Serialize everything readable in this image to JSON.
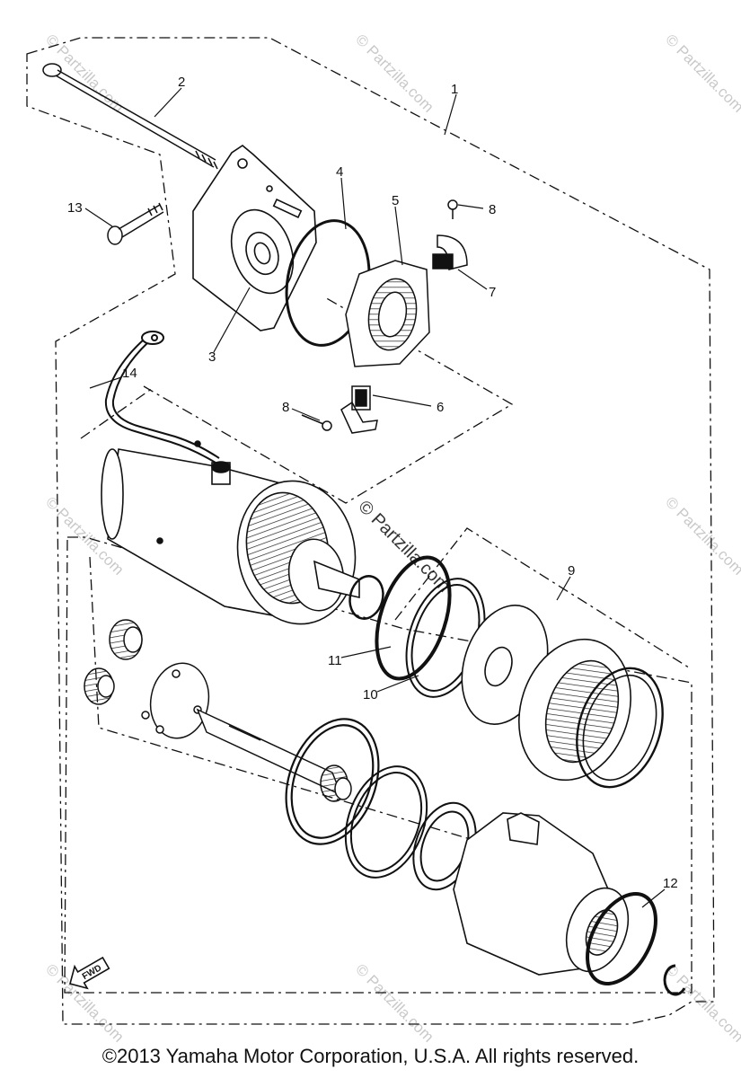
{
  "callouts": [
    "1",
    "2",
    "3",
    "4",
    "5",
    "6",
    "7",
    "8",
    "8",
    "9",
    "10",
    "11",
    "12",
    "13",
    "14"
  ],
  "watermark": {
    "corner_text": "© Partzilla.com",
    "center_text": "© Partzilla.com"
  },
  "fwd_arrow": {
    "label": "FWD"
  },
  "copyright": "©2013  Yamaha Motor Corporation, U.S.A. All rights reserved.",
  "colors": {
    "line": "#111111",
    "watermark": "#c9c9c9",
    "background": "#ffffff"
  }
}
